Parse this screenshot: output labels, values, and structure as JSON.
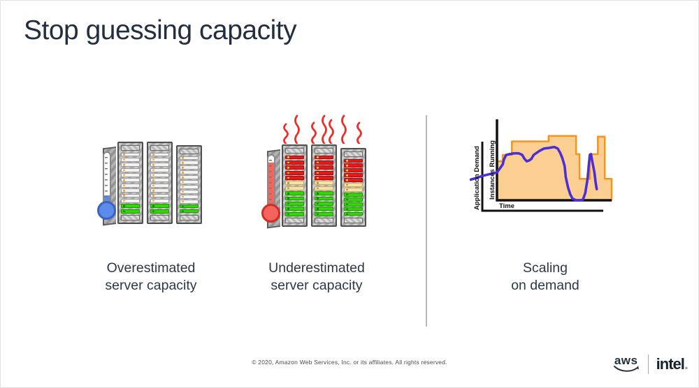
{
  "slide": {
    "title": "Stop guessing capacity",
    "footer": "© 2020, Amazon Web Services, Inc. or its affiliates. All rights reserved.",
    "title_color": "#232f3e",
    "divider_color": "#b9b9b9"
  },
  "sections": [
    {
      "id": "overestimated",
      "caption": "Overestimated\nserver capacity",
      "illustration": {
        "type": "server-racks",
        "rack_count": 3,
        "heat_waves": 0,
        "thermometer": {
          "state": "cold",
          "fill_percent": 10,
          "bulb_color": "#5d8ce8",
          "bulb_border": "#3a62c8"
        },
        "slot_pattern": [
          "idle",
          "idle",
          "idle",
          "idle",
          "idle",
          "idle",
          "idle",
          "idle",
          "idle",
          "idle",
          "active",
          "active"
        ]
      }
    },
    {
      "id": "underestimated",
      "caption": "Underestimated\nserver capacity",
      "illustration": {
        "type": "server-racks",
        "rack_count": 3,
        "heat_waves": 7,
        "heat_color": "#e8312a",
        "thermometer": {
          "state": "hot",
          "fill_percent": 86,
          "bulb_color": "#f4645c",
          "bulb_border": "#cf2d26"
        },
        "slot_pattern": [
          "overload",
          "overload",
          "overload",
          "overload",
          "overload",
          "warn",
          "warn",
          "active",
          "active",
          "active",
          "active",
          "active"
        ]
      }
    },
    {
      "id": "scaling",
      "caption": "Scaling\non demand"
    }
  ],
  "slot_colors": {
    "idle": {
      "bg": "#f3f3f1",
      "border": "#9a9a9a",
      "dot": "#f0a030"
    },
    "active": {
      "bg": "#35d40c",
      "border": "#1d9a00",
      "dot": "#0f7a00"
    },
    "overload": {
      "bg": "#ea1717",
      "border": "#9c0f0f",
      "dot": "#ffd24d"
    },
    "warn": {
      "bg": "#f5e2a4",
      "border": "#c8ab5f",
      "dot": "#a98e3f"
    }
  },
  "chart_data": {
    "type": "line",
    "title": "Scaling on demand",
    "xlabel": "Time",
    "ylabel": "Application Demand / Instances Running",
    "xlim": [
      0,
      100
    ],
    "ylim": [
      0,
      100
    ],
    "grid": false,
    "legend": "none",
    "axes": {
      "outer_y_label": "Application Demand",
      "inner_y_label": "Instances Running",
      "x_label": "Time",
      "axis_color": "#111111"
    },
    "series": [
      {
        "name": "Instances Running",
        "type": "step-area",
        "color": "#f7941e",
        "fill": "#fbce92",
        "steps": [
          [
            0,
            49
          ],
          [
            5,
            57
          ],
          [
            13,
            74
          ],
          [
            45,
            81
          ],
          [
            69,
            58
          ],
          [
            72,
            27
          ],
          [
            81,
            58
          ],
          [
            88,
            80
          ],
          [
            94,
            27
          ],
          [
            100,
            27
          ]
        ]
      },
      {
        "name": "Application Demand",
        "type": "line",
        "color": "#4b2fd6",
        "points": [
          [
            -23,
            26
          ],
          [
            -18,
            28
          ],
          [
            -12,
            31
          ],
          [
            -6,
            33
          ],
          [
            0,
            35
          ],
          [
            3,
            41
          ],
          [
            5,
            45
          ],
          [
            6,
            51
          ],
          [
            8,
            57
          ],
          [
            11,
            58
          ],
          [
            15,
            59
          ],
          [
            19,
            59
          ],
          [
            22,
            57
          ],
          [
            24,
            52
          ],
          [
            26,
            49
          ],
          [
            28,
            50
          ],
          [
            30,
            52
          ],
          [
            32,
            57
          ],
          [
            34,
            59
          ],
          [
            37,
            62
          ],
          [
            41,
            65
          ],
          [
            46,
            66
          ],
          [
            50,
            67
          ],
          [
            53,
            65
          ],
          [
            55,
            60
          ],
          [
            57,
            53
          ],
          [
            59,
            43
          ],
          [
            60,
            29
          ],
          [
            62,
            16
          ],
          [
            64,
            7
          ],
          [
            66,
            2
          ],
          [
            69,
            0
          ],
          [
            73,
            0
          ],
          [
            75,
            1
          ],
          [
            77,
            9
          ],
          [
            79,
            27
          ],
          [
            80,
            43
          ],
          [
            81,
            57
          ],
          [
            82,
            58
          ],
          [
            83,
            50
          ],
          [
            85,
            35
          ],
          [
            86,
            23
          ],
          [
            87,
            14
          ]
        ]
      }
    ]
  },
  "logos": {
    "aws": "aws",
    "intel": "intel",
    "intel_period": "."
  }
}
